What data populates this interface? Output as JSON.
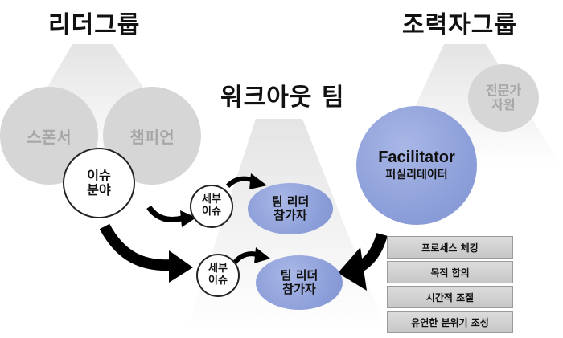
{
  "headings": {
    "leader_group": "리더그룹",
    "workout_team": "워크아웃 팀",
    "helper_group": "조력자그룹"
  },
  "leader_group": {
    "sponsor": "스폰서",
    "champion": "챔피언",
    "issue_area": [
      "이슈",
      "분야"
    ]
  },
  "helper_group": {
    "expert_resource": [
      "전문가",
      "자원"
    ],
    "facilitator_en": "Facilitator",
    "facilitator_ko": "퍼실리테이터"
  },
  "team": {
    "rows": [
      {
        "sub_issue": [
          "세부",
          "이슈"
        ],
        "member": [
          "팀 리더",
          "참가자"
        ]
      },
      {
        "sub_issue": [
          "세부",
          "이슈"
        ],
        "member": [
          "팀 리더",
          "참가자"
        ]
      }
    ]
  },
  "facilitator_roles": [
    "프로세스 체킹",
    "목적 합의",
    "시간적 조절",
    "유연한 분위기 조성"
  ]
}
